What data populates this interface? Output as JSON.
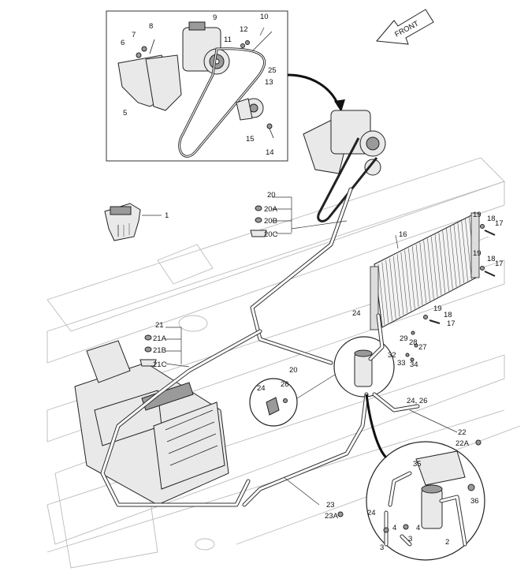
{
  "direction_arrow": {
    "label": "FRONT"
  },
  "callouts": {
    "c1": "1",
    "c2": "2",
    "c3a": "3",
    "c3b": "3",
    "c4a": "4",
    "c4b": "4",
    "c5": "5",
    "c6": "6",
    "c7": "7",
    "c8": "8",
    "c9": "9",
    "c10": "10",
    "c11": "11",
    "c12": "12",
    "c13": "13",
    "c14": "14",
    "c15": "15",
    "c16": "16",
    "c17a": "17",
    "c17b": "17",
    "c17c": "17",
    "c18a": "18",
    "c18b": "18",
    "c18c": "18",
    "c19a": "19",
    "c19b": "19",
    "c19c": "19",
    "c20": "20",
    "c20A": "20A",
    "c20B": "20B",
    "c20C": "20C",
    "c20b": "20",
    "c21": "21",
    "c21A": "21A",
    "c21B": "21B",
    "c21C": "21C",
    "c22": "22",
    "c22A": "22A",
    "c23": "23",
    "c23A": "23A",
    "c24a": "24",
    "c24b": "24",
    "c24c": "24",
    "c2426": "24, 26",
    "c25": "25",
    "c26": "26",
    "c27": "27",
    "c28": "28",
    "c29": "29",
    "c32": "32",
    "c33": "33",
    "c34": "34",
    "c35": "35",
    "c36": "36"
  },
  "icons": [
    "compressor-icon",
    "belt-icon",
    "condenser-icon",
    "receiver-drier-icon",
    "hvac-unit-icon",
    "switch-icon",
    "o-ring-icon",
    "cap-icon"
  ]
}
